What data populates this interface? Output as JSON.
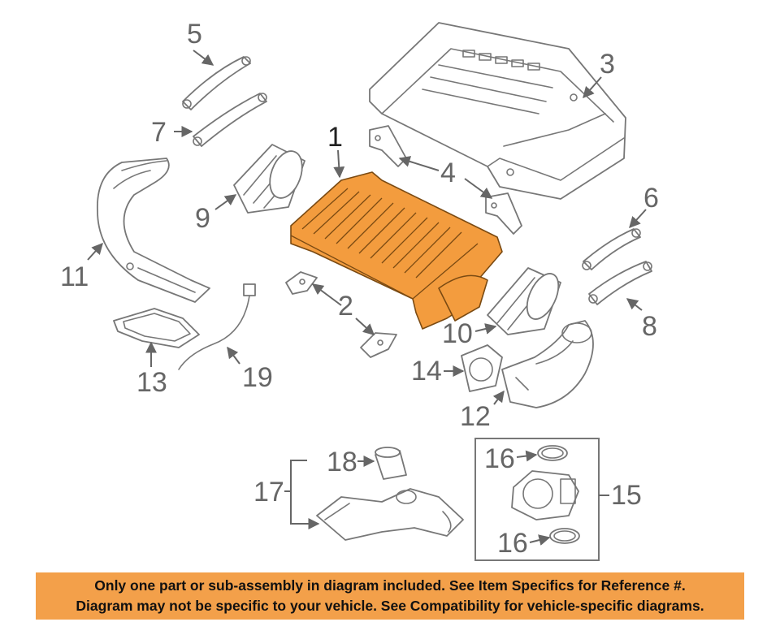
{
  "callouts": {
    "c1": "1",
    "c2": "2",
    "c3": "3",
    "c4": "4",
    "c5": "5",
    "c6": "6",
    "c7": "7",
    "c8": "8",
    "c9": "9",
    "c10": "10",
    "c11": "11",
    "c12": "12",
    "c13": "13",
    "c14": "14",
    "c15": "15",
    "c16a": "16",
    "c16b": "16",
    "c17": "17",
    "c18": "18",
    "c19": "19"
  },
  "highlight_color": "#f39c3e",
  "notice": {
    "background": "#f3a04a",
    "line1": "Only one part or sub-assembly in diagram included. See Item Specifics for Reference #.",
    "line2": "Diagram may not be specific to your vehicle. See Compatibility for vehicle-specific diagrams."
  }
}
